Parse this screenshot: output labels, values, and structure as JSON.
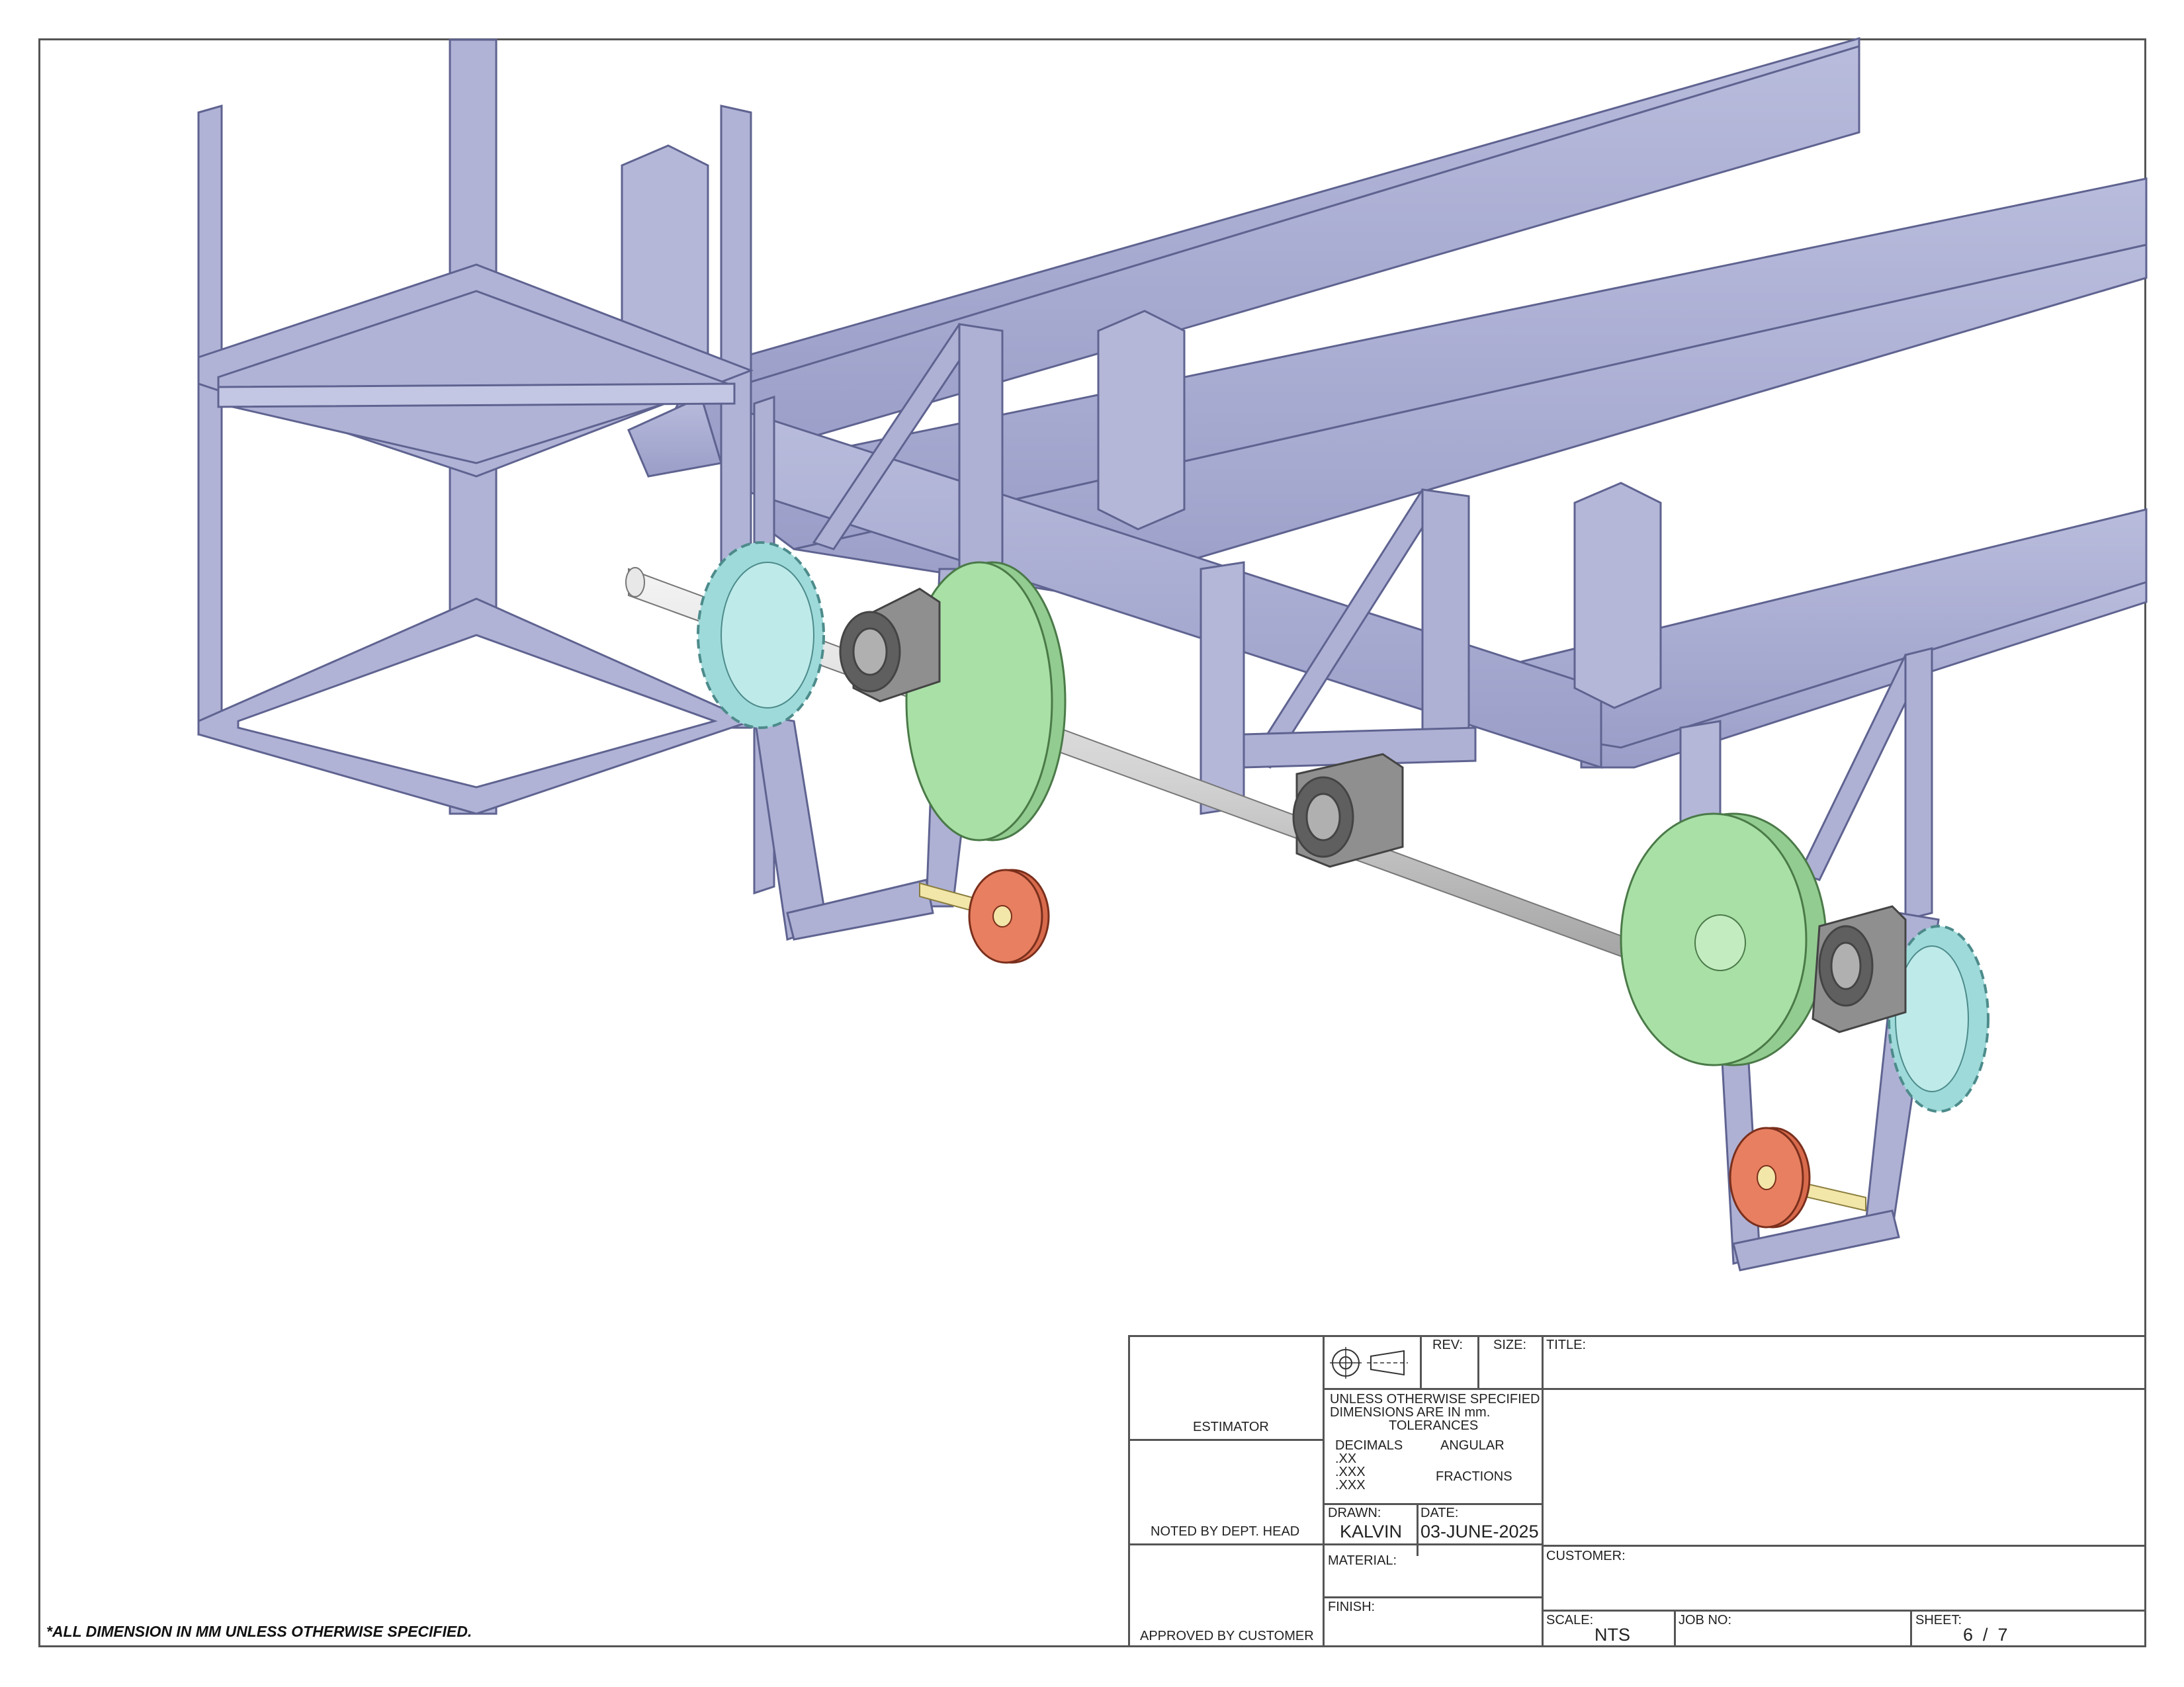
{
  "general_note": "*ALL DIMENSION IN MM UNLESS OTHERWISE SPECIFIED.",
  "title_block": {
    "estimator": "ESTIMATOR",
    "noted_by": "NOTED BY DEPT. HEAD",
    "approved_by": "APPROVED BY CUSTOMER",
    "rev_label": "REV:",
    "size_label": "SIZE:",
    "title_label": "TITLE:",
    "tolerance_line1": "UNLESS OTHERWISE SPECIFIED",
    "tolerance_line2": "DIMENSIONS ARE IN mm.",
    "tolerance_line3": "TOLERANCES",
    "decimals": "DECIMALS",
    "angular": "ANGULAR",
    "xx": ".XX",
    "xxx1": ".XXX",
    "xxx2": ".XXX",
    "fractions": "FRACTIONS",
    "drawn_label": "DRAWN:",
    "drawn_value": "KALVIN",
    "date_label": "DATE:",
    "date_value": "03-JUNE-2025",
    "material_label": "MATERIAL:",
    "finish_label": "FINISH:",
    "customer_label": "CUSTOMER:",
    "scale_label": "SCALE:",
    "scale_value": "NTS",
    "job_label": "JOB NO:",
    "sheet_label": "SHEET:",
    "sheet_value": "6  /  7"
  },
  "colors": {
    "frame": "#a9acd0",
    "frame_dark": "#7f83b0",
    "sprocket": "#b9e6e6",
    "pulley": "#a9e0a6",
    "roller": "#e77f60",
    "shaft": "#d6d6d6",
    "bearing": "#8c8c8c"
  }
}
